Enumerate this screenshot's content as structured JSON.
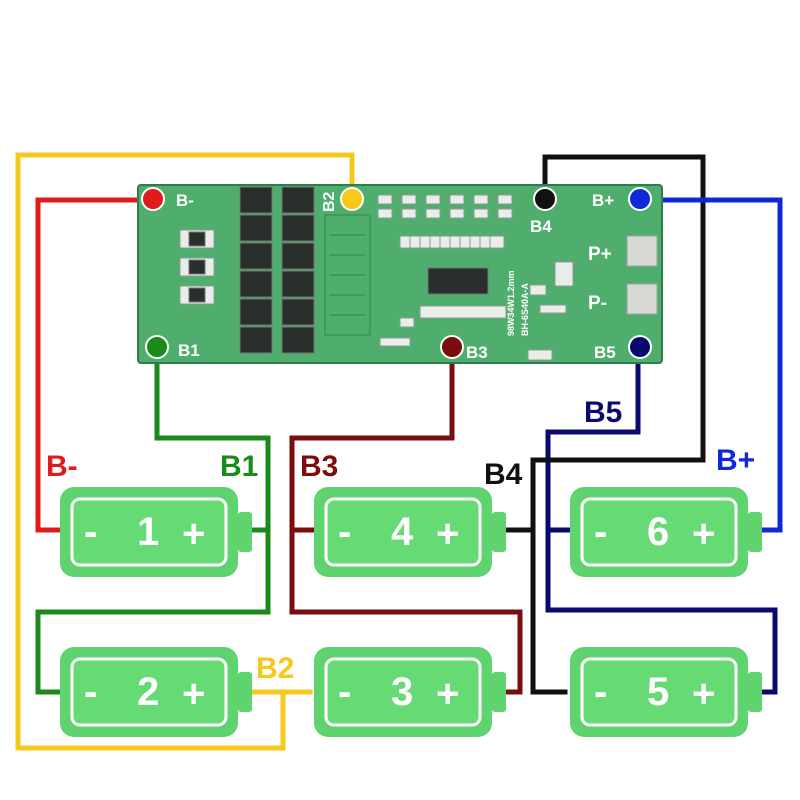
{
  "board": {
    "labels": {
      "b_minus": "B-",
      "b1": "B1",
      "b2": "B2",
      "b3": "B3",
      "b4": "B4",
      "b5": "B5",
      "b_plus": "B+",
      "p_plus": "P+",
      "p_minus": "P-"
    },
    "silk_text_1": "98W34W1.2mm",
    "silk_text_2": "BH-6S40A-A"
  },
  "wire_labels": {
    "b_minus": "B-",
    "b1": "B1",
    "b2": "B2",
    "b3": "B3",
    "b4": "B4",
    "b5": "B5",
    "b_plus": "B+"
  },
  "cells": [
    {
      "number": "1",
      "minus": "-",
      "plus": "+"
    },
    {
      "number": "2",
      "minus": "-",
      "plus": "+"
    },
    {
      "number": "3",
      "minus": "-",
      "plus": "+"
    },
    {
      "number": "4",
      "minus": "-",
      "plus": "+"
    },
    {
      "number": "5",
      "minus": "-",
      "plus": "+"
    },
    {
      "number": "6",
      "minus": "-",
      "plus": "+"
    }
  ],
  "colors": {
    "b_minus": "#e01b1b",
    "b1": "#1a8a1a",
    "b2": "#f5c81b",
    "b3": "#7a0d0d",
    "b4": "#111111",
    "b5": "#0a0a6e",
    "b_plus": "#1029d6"
  }
}
